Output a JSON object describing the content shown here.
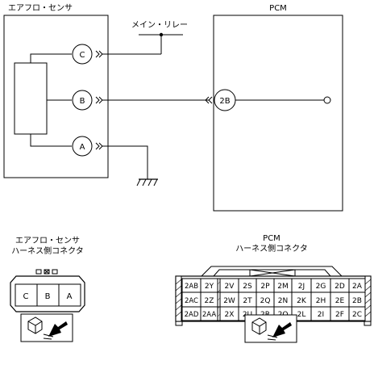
{
  "wiring": {
    "sensor_title": "エアフロ・センサ",
    "pcm_title": "PCM",
    "relay_label": "メイン・リレー",
    "pin_c": "C",
    "pin_b": "B",
    "pin_a": "A",
    "pcm_pin": "2B"
  },
  "sensor_connector": {
    "title_line1": "エアフロ・センサ",
    "title_line2": "ハーネス側コネクタ",
    "cells": [
      "C",
      "B",
      "A"
    ]
  },
  "pcm_connector": {
    "title_line1": "PCM",
    "title_line2": "ハーネス側コネクタ",
    "rows": [
      [
        "2AB",
        "2Y",
        "2V",
        "2S",
        "2P",
        "2M",
        "2J",
        "2G",
        "2D",
        "2A"
      ],
      [
        "2AC",
        "2Z",
        "2W",
        "2T",
        "2Q",
        "2N",
        "2K",
        "2H",
        "2E",
        "2B"
      ],
      [
        "2AD",
        "2AA",
        "2X",
        "2U",
        "2R",
        "2O",
        "2L",
        "2I",
        "2F",
        "2C"
      ]
    ]
  },
  "icons": {
    "sensor_view": "connector-view-icon",
    "pcm_view": "connector-view-icon"
  }
}
